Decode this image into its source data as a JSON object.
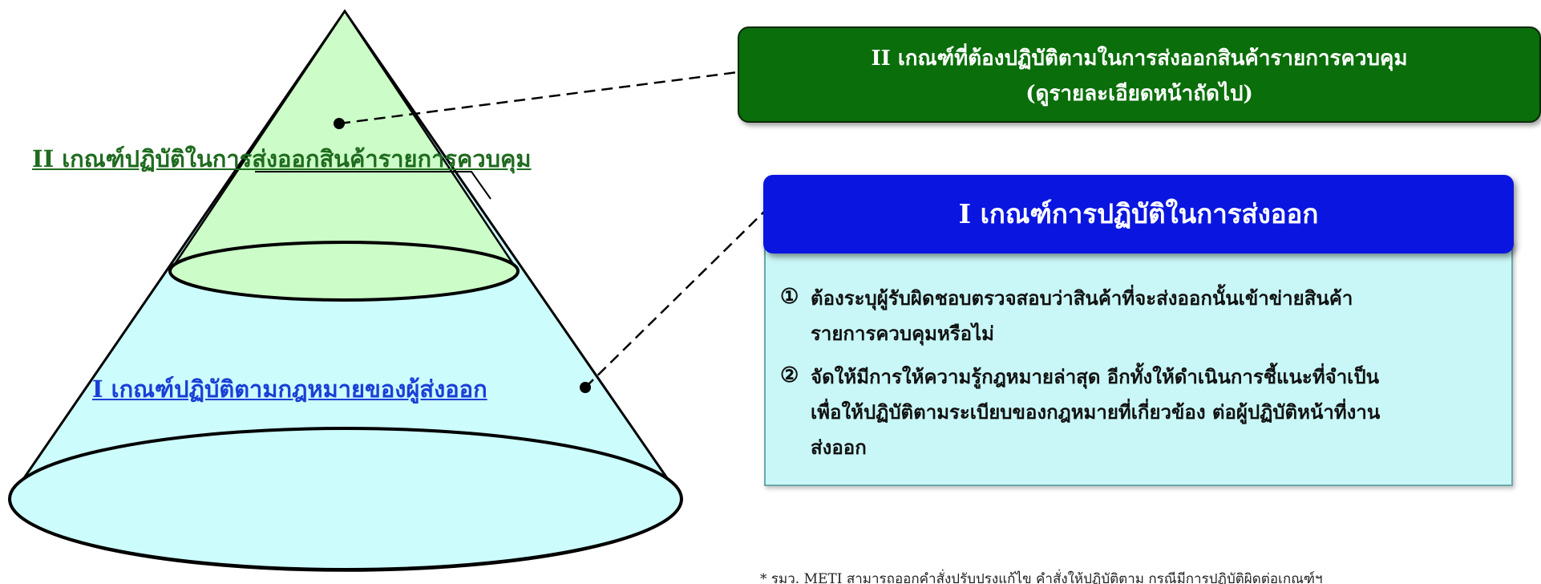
{
  "colors": {
    "green_cone": "#ccfcc8",
    "cyan_cone": "#ccfcfc",
    "green_box": "#0a6e0a",
    "blue_box": "#0a16e0",
    "cyan_box": "#c9f7f7",
    "label_ii": "#1f6b1f",
    "label_i": "#1a3fd6"
  },
  "cone": {
    "label_ii": "II เกณฑ์ปฏิบัติในการส่งออกสินค้ารายการควบคุม",
    "label_i": "I เกณฑ์ปฏิบัติตามกฎหมายของผู้ส่งออก"
  },
  "callout_ii": {
    "line1": "II เกณฑ์ที่ต้องปฏิบัติตามในการส่งออกสินค้ารายการควบคุม",
    "line2": "(ดูรายละเอียดหน้าถัดไป)"
  },
  "callout_i": {
    "title": "I เกณฑ์การปฏิบัติในการส่งออก",
    "items": [
      {
        "num": "①",
        "line1": "ต้องระบุผู้รับผิดชอบตรวจสอบว่าสินค้าที่จะส่งออกนั้นเข้าข่ายสินค้า",
        "line2": "รายการควบคุมหรือไม่"
      },
      {
        "num": "②",
        "line1": "จัดให้มีการให้ความรู้กฎหมายล่าสุด อีกทั้งให้ดำเนินการชี้แนะที่จำเป็น",
        "line2": "เพื่อให้ปฏิบัติตามระเบียบของกฎหมายที่เกี่ยวข้อง ต่อผู้ปฏิบัติหน้าที่งาน",
        "line3": "ส่งออก"
      }
    ]
  },
  "footnote": "* รมว. METI สามารถออกคำสั่งปรับปรุงแก้ไข คำสั่งให้ปฏิบัติตาม กรณีมีการปฏิบัติผิดต่อเกณฑ์ฯ"
}
